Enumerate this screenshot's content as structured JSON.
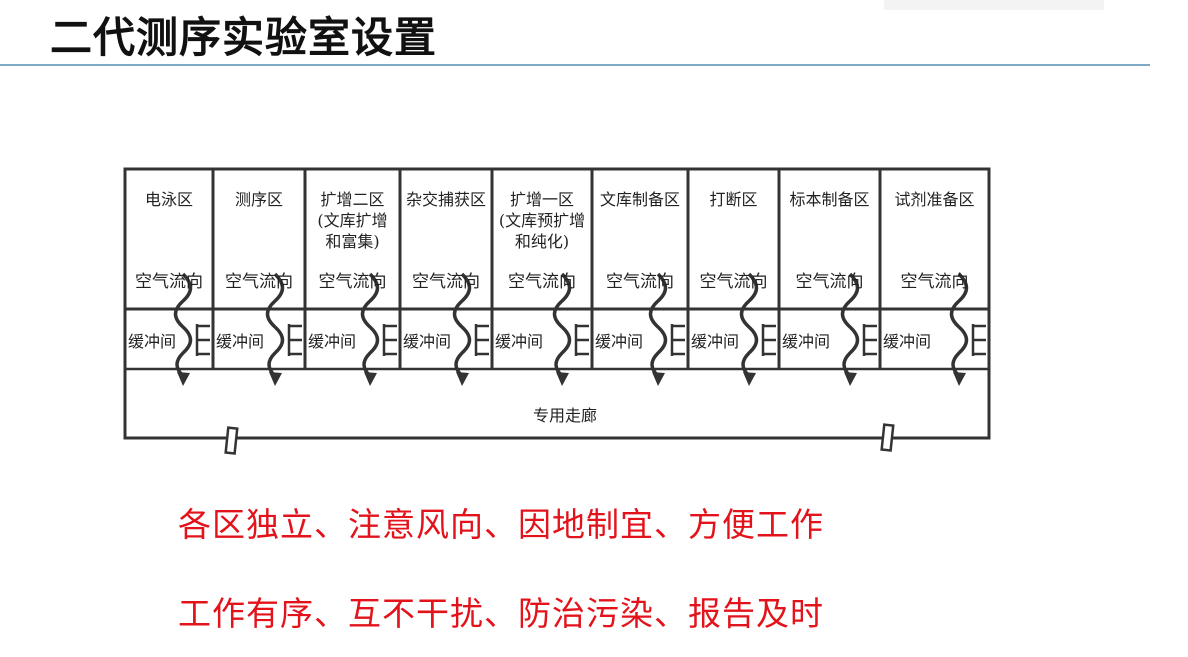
{
  "title": "二代测序实验室设置",
  "zones": [
    {
      "name": "电泳区"
    },
    {
      "name": "测序区"
    },
    {
      "name": "扩增二区\n(文库扩增\n和富集)"
    },
    {
      "name": "杂交捕获区"
    },
    {
      "name": "扩增一区\n(文库预扩增\n和纯化)"
    },
    {
      "name": "文库制备区"
    },
    {
      "name": "打断区"
    },
    {
      "name": "标本制备区"
    },
    {
      "name": "试剂准备区"
    }
  ],
  "airflow_label": "空气流向",
  "buffer_label": "缓冲间",
  "corridor_label": "专用走廊",
  "slogans": [
    "各区独立、注意风向、因地制宜、方便工作",
    "工作有序、互不干扰、防治污染、报告及时"
  ],
  "colors": {
    "slogan": "#e3131b",
    "rule": "#7fa7c6"
  }
}
